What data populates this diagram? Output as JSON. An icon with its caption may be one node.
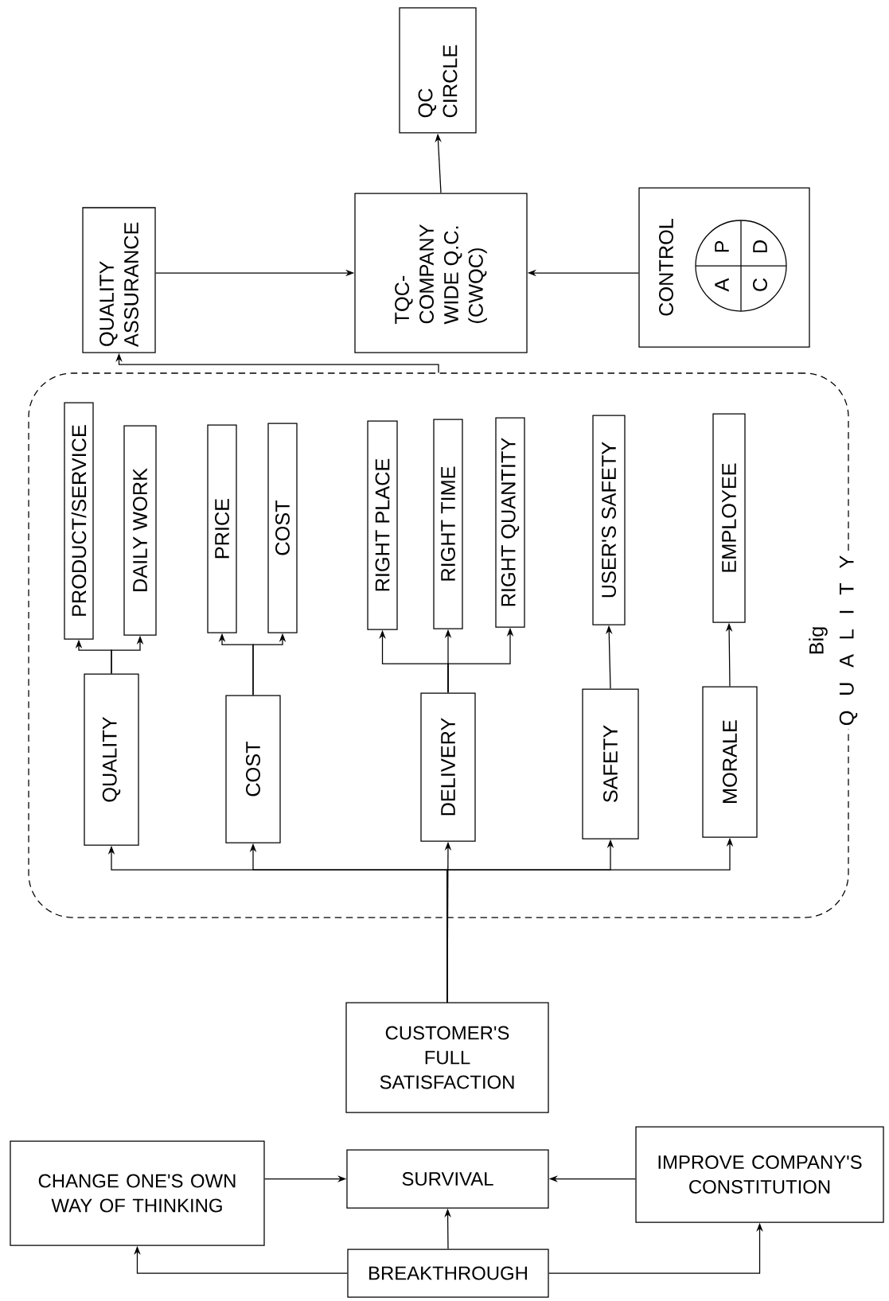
{
  "diagram": {
    "nodes": [
      {
        "text": [
          "QC CIRCLE"
        ]
      },
      {
        "text": [
          "QUALITY ASSURANCE"
        ]
      },
      {
        "text": [
          "TQC- COMPANY WIDE Q.C. (CWQC)"
        ]
      },
      {
        "text": [
          "CONTROL"
        ]
      },
      {
        "text": [
          "A",
          "P",
          "C",
          "D"
        ],
        "in": 3
      },
      {
        "text": [
          "Big",
          "Q U A L I T Y"
        ]
      },
      {
        "text": [
          "PRODUCT/SERVICE"
        ],
        "in": 5
      },
      {
        "text": [
          "DAILY WORK"
        ],
        "in": 5
      },
      {
        "text": [
          "PRICE"
        ],
        "in": 5
      },
      {
        "text": [
          "COST"
        ],
        "in": 5
      },
      {
        "text": [
          "RIGHT PLACE"
        ],
        "in": 5
      },
      {
        "text": [
          "RIGHT TIME"
        ],
        "in": 5
      },
      {
        "text": [
          "RIGHT QUANTITY"
        ],
        "in": 5
      },
      {
        "text": [
          "USER'S SAFETY"
        ],
        "in": 5
      },
      {
        "text": [
          "EMPLOYEE"
        ],
        "in": 5
      },
      {
        "text": [
          "QUALITY"
        ],
        "in": 5
      },
      {
        "text": [
          "COST"
        ],
        "in": 5
      },
      {
        "text": [
          "DELIVERY"
        ],
        "in": 5
      },
      {
        "text": [
          "SAFETY"
        ],
        "in": 5
      },
      {
        "text": [
          "MORALE"
        ],
        "in": 5
      },
      {
        "text": [
          "CUSTOMER'S FULL SATISFACTION"
        ]
      },
      {
        "text": [
          "CHANGE ONE'S OWN WAY OF THINKING"
        ]
      },
      {
        "text": [
          "SURVIVAL"
        ]
      },
      {
        "text": [
          "IMPROVE COMPANY'S CONSTITUTION"
        ]
      },
      {
        "text": [
          "BREAKTHROUGH"
        ]
      }
    ],
    "edges": [
      {
        "from": 2,
        "to": 0,
        "arrow": "to"
      },
      {
        "from": 1,
        "to": 2,
        "arrow": "to"
      },
      {
        "from": 3,
        "to": 2,
        "arrow": "to"
      },
      {
        "from": 5,
        "to": 1,
        "arrow": "to"
      },
      {
        "from": 15,
        "to": 6,
        "arrow": "to"
      },
      {
        "from": 15,
        "to": 7,
        "arrow": "to"
      },
      {
        "from": 16,
        "to": 8,
        "arrow": "to"
      },
      {
        "from": 16,
        "to": 9,
        "arrow": "to"
      },
      {
        "from": 17,
        "to": 10,
        "arrow": "to"
      },
      {
        "from": 17,
        "to": 11,
        "arrow": "to"
      },
      {
        "from": 17,
        "to": 12,
        "arrow": "to"
      },
      {
        "from": 18,
        "to": 13,
        "arrow": "to"
      },
      {
        "from": 19,
        "to": 14,
        "arrow": "to"
      },
      {
        "from": 20,
        "to": 15,
        "arrow": "to"
      },
      {
        "from": 20,
        "to": 16,
        "arrow": "to"
      },
      {
        "from": 20,
        "to": 17,
        "arrow": "to"
      },
      {
        "from": 20,
        "to": 18,
        "arrow": "to"
      },
      {
        "from": 20,
        "to": 19,
        "arrow": "to"
      },
      {
        "from": 21,
        "to": 22,
        "arrow": "to"
      },
      {
        "from": 23,
        "to": 22,
        "arrow": "to"
      },
      {
        "from": 24,
        "to": 22,
        "arrow": "to"
      },
      {
        "from": 24,
        "to": 21,
        "arrow": "to"
      },
      {
        "from": 24,
        "to": 23,
        "arrow": "to"
      }
    ]
  }
}
